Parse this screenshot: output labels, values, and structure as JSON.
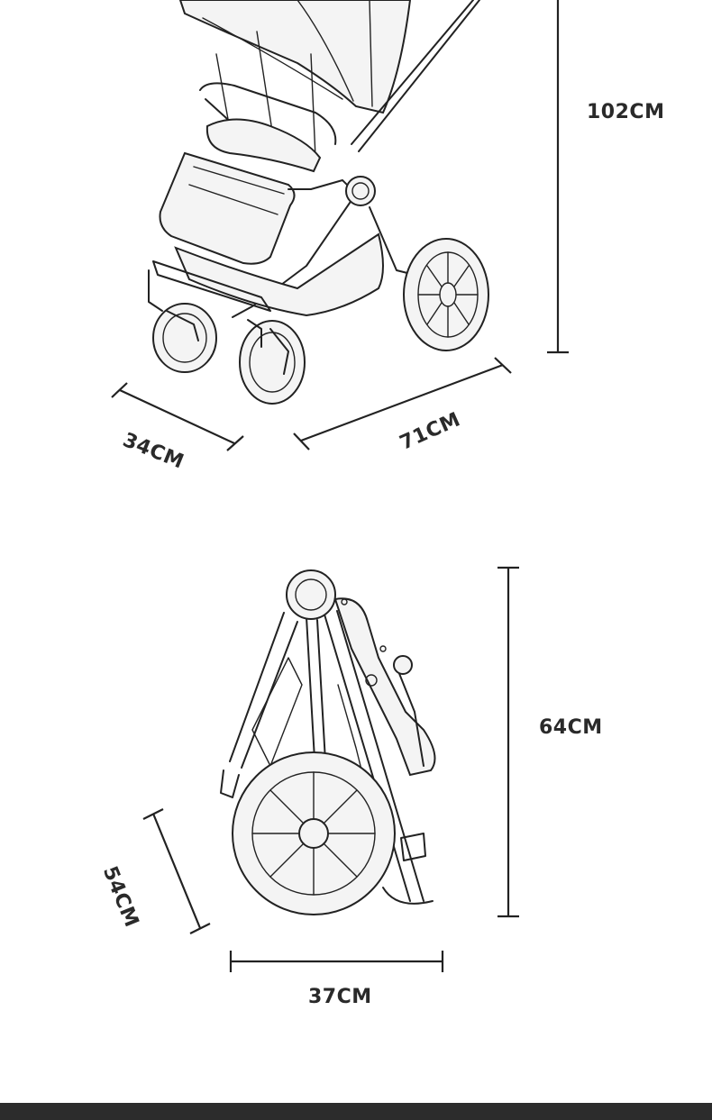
{
  "dimensions": {
    "unfolded": {
      "height": "102CM",
      "width": "34CM",
      "length": "71CM"
    },
    "folded": {
      "height": "64CM",
      "depth": "54CM",
      "width": "37CM"
    }
  },
  "colors": {
    "line": "#222222",
    "label": "#2a2a2a",
    "bottom_bar": "#2c2c2c",
    "background": "#ffffff"
  }
}
